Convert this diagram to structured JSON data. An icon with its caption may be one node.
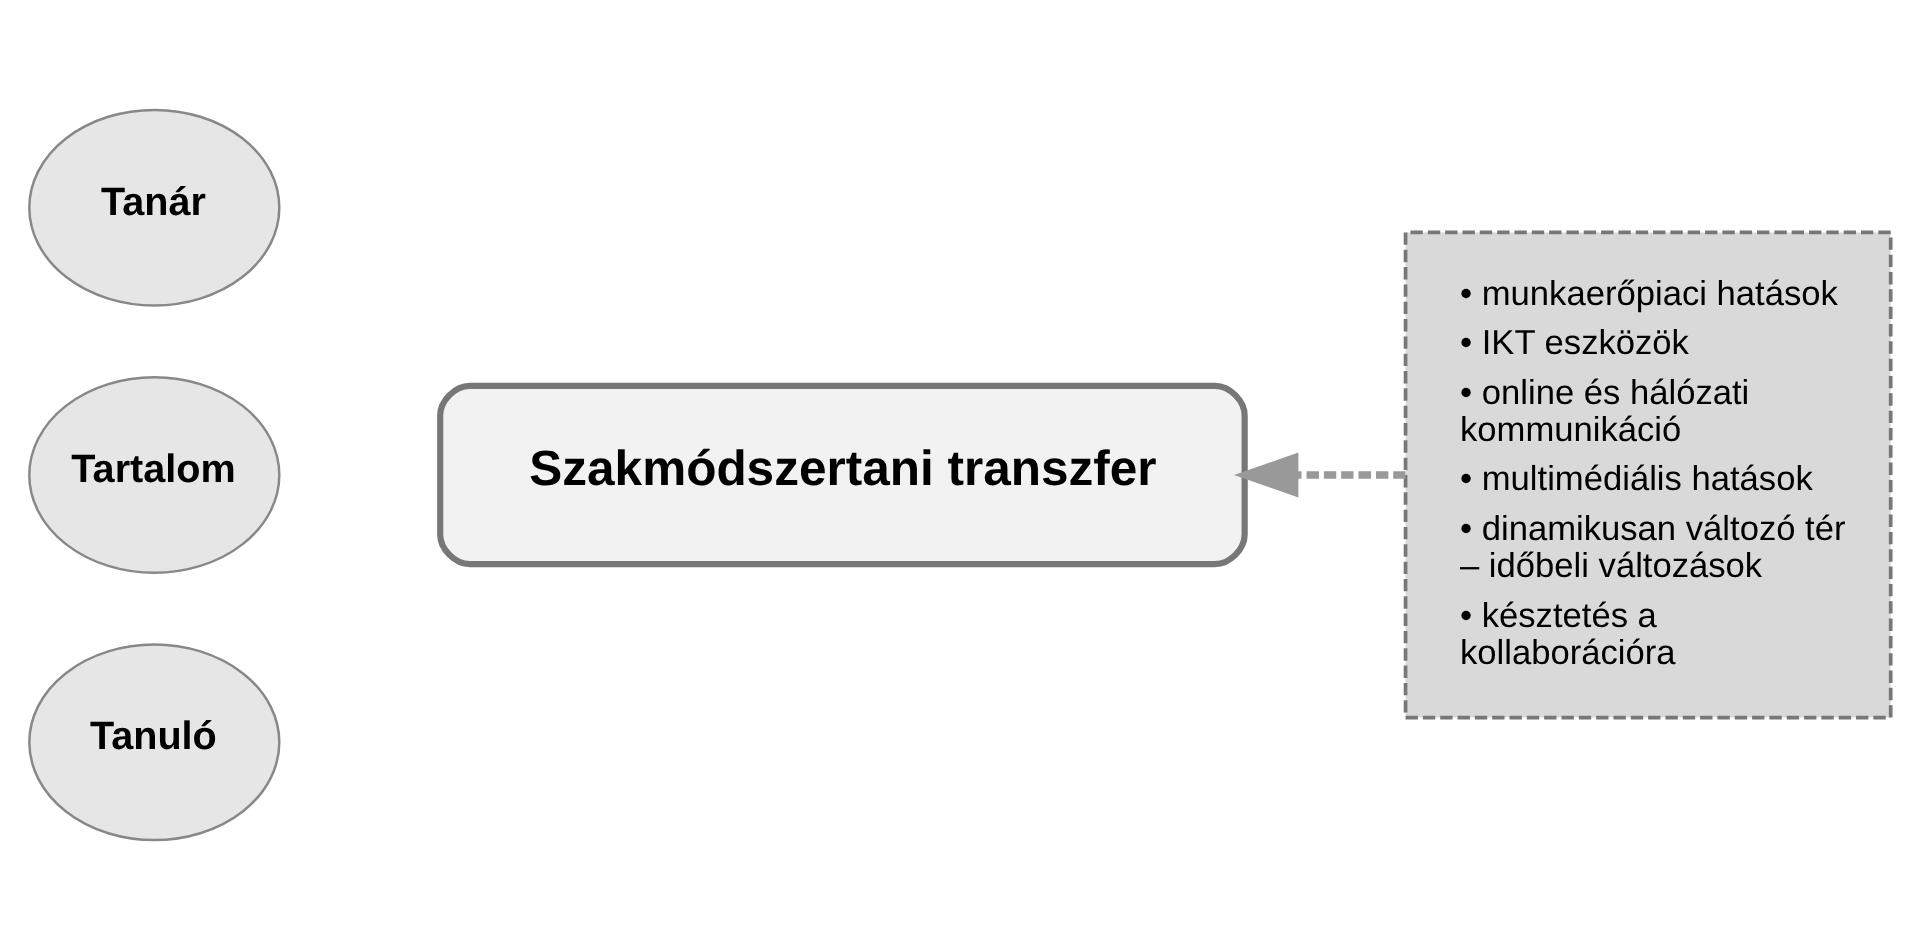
{
  "diagram": {
    "nodes": [
      {
        "text": [
          "Tanár"
        ]
      },
      {
        "text": [
          "Tartalom"
        ]
      },
      {
        "text": [
          "Tanuló"
        ]
      },
      {
        "text": [
          "Szakmódszertani transzfer"
        ]
      },
      {
        "text": [
          "• munkaerőpiaci hatások",
          "• IKT eszközök",
          "• online és hálózati kommunikáció",
          "• multimédiális hatások",
          "• dinamikusan változó tér – időbeli változások",
          "• késztetés a kollaborációra"
        ]
      }
    ],
    "edges": [
      {
        "from": 4,
        "to": 3,
        "arrow": "to",
        "style": "dashed"
      }
    ]
  }
}
